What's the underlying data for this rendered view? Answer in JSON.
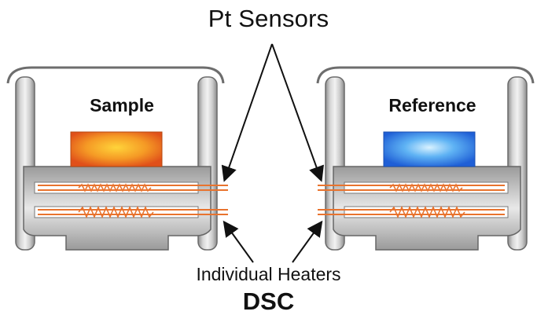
{
  "diagram": {
    "title": "Pt Sensors",
    "left_cell_label": "Sample",
    "right_cell_label": "Reference",
    "heaters_label": "Individual Heaters",
    "footer_label": "DSC"
  },
  "colors": {
    "sample_pan": "#f07a1e",
    "reference_pan": "#2f7fe6",
    "heater_wire": "#e8732e",
    "cell_body": "#b5b5b5",
    "outline": "#555555"
  }
}
